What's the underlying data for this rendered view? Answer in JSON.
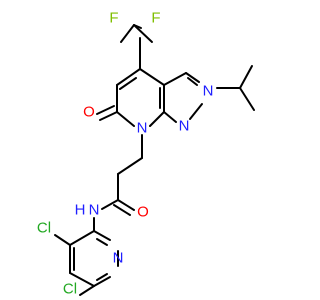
{
  "structure": {
    "atom_labels": {
      "f1": "F",
      "f2": "F",
      "n_pyrazole_isopropyl": "N",
      "n_pyrazole": "N",
      "n_ring_fused": "N",
      "o_pyridone": "O",
      "o_amide": "O",
      "n_amide": "N",
      "h_amide": "H",
      "n_pyridine": "N",
      "cl1": "Cl",
      "cl2": "Cl"
    },
    "colors": {
      "bond": "#000000",
      "F": "#7fbf00",
      "N": "#1f1fff",
      "O": "#ff0000",
      "Cl": "#22a822"
    }
  }
}
